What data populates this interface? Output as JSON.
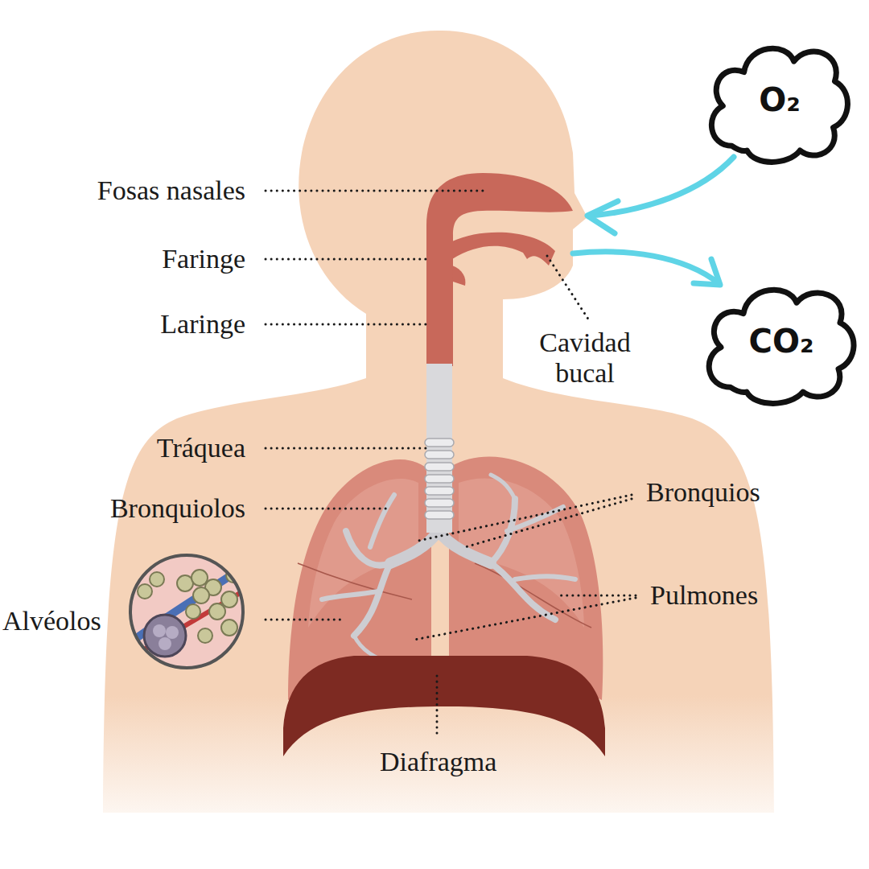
{
  "diagram": {
    "nodes": [
      {
        "text": [
          "O₂"
        ]
      },
      {
        "text": [
          "CO₂"
        ]
      }
    ],
    "labels": [
      "Fosas nasales",
      "Faringe",
      "Laringe",
      "Cavidad bucal",
      "Tráquea",
      "Bronquiolos",
      "Bronquios",
      "Alvéolos",
      "Pulmones",
      "Diafragma"
    ]
  }
}
